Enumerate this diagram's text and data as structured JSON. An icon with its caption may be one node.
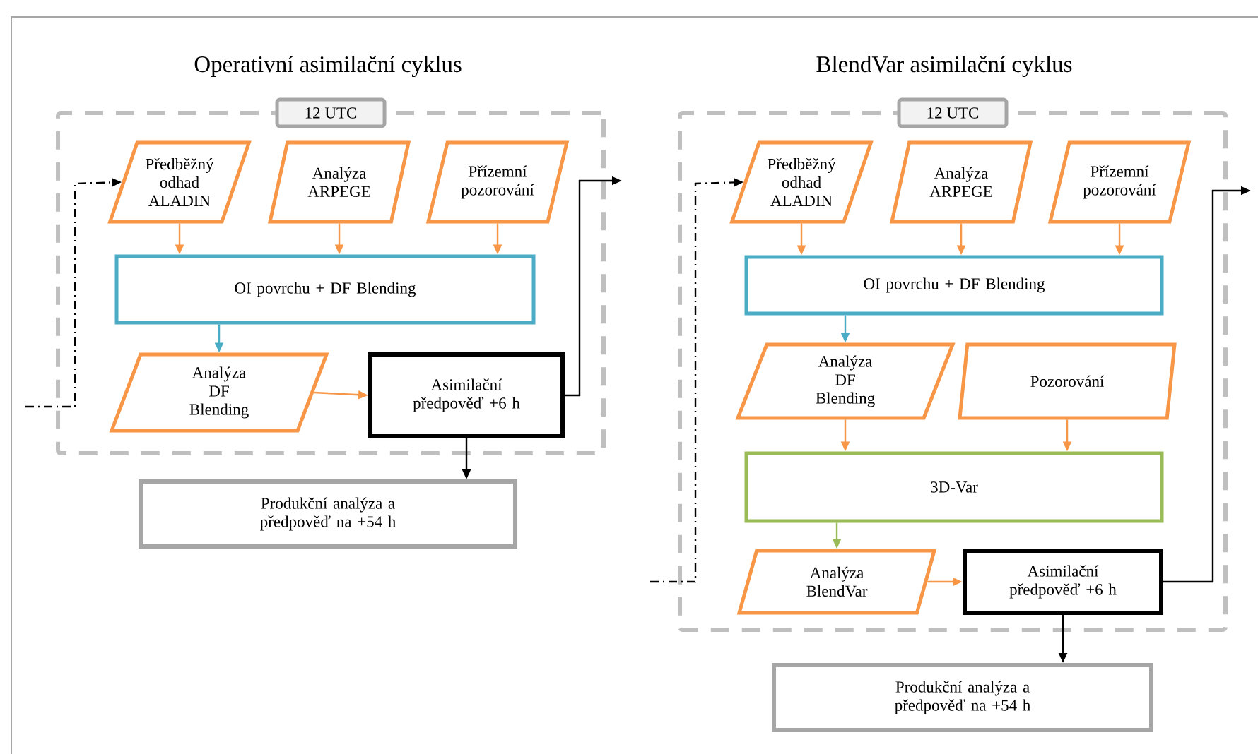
{
  "diagram": {
    "nodes": [
      {
        "text": [
          "12 UTC"
        ]
      },
      {
        "text": [
          "Předběžný odhad ALADIN"
        ],
        "in": 0
      },
      {
        "text": [
          "Analýza ARPEGE"
        ],
        "in": 0
      },
      {
        "text": [
          "Přízemní pozorování"
        ],
        "in": 0
      },
      {
        "text": [
          "OI povrchu + DF Blending"
        ],
        "in": 0
      },
      {
        "text": [
          "Analýza DF Blending"
        ],
        "in": 0
      },
      {
        "text": [
          "Asimilační předpověď +6 h"
        ],
        "in": 0
      },
      {
        "text": [
          "Produkční analýza a předpověď na +54 h"
        ]
      },
      {
        "text": [
          "12 UTC"
        ]
      },
      {
        "text": [
          "Předběžný odhad ALADIN"
        ],
        "in": 8
      },
      {
        "text": [
          "Analýza ARPEGE"
        ],
        "in": 8
      },
      {
        "text": [
          "Přízemní pozorování"
        ],
        "in": 8
      },
      {
        "text": [
          "OI povrchu + DF Blending"
        ],
        "in": 8
      },
      {
        "text": [
          "Analýza DF Blending"
        ],
        "in": 8
      },
      {
        "text": [
          "Pozorování"
        ],
        "in": 8
      },
      {
        "text": [
          "3D-Var"
        ],
        "in": 8
      },
      {
        "text": [
          "Analýza BlendVar"
        ],
        "in": 8
      },
      {
        "text": [
          "Asimilační předpověď +6 h"
        ],
        "in": 8
      },
      {
        "text": [
          "Produkční analýza a předpověď na +54 h"
        ]
      }
    ],
    "edges": [
      {
        "from": 1,
        "to": 4,
        "arrow": "to"
      },
      {
        "from": 2,
        "to": 4,
        "arrow": "to"
      },
      {
        "from": 3,
        "to": 4,
        "arrow": "to"
      },
      {
        "from": 4,
        "to": 5,
        "arrow": "to",
        "color": "#4bacc6"
      },
      {
        "from": 5,
        "to": 6,
        "arrow": "to"
      },
      {
        "from": 6,
        "to": 7,
        "arrow": "to",
        "color": "#000000"
      },
      {
        "from": 6,
        "to": null,
        "arrow": "to",
        "color": "#000000"
      },
      {
        "from": null,
        "to": 1,
        "arrow": "to",
        "color": "#000000",
        "style": "dashed"
      },
      {
        "from": 9,
        "to": 12,
        "arrow": "to"
      },
      {
        "from": 10,
        "to": 12,
        "arrow": "to"
      },
      {
        "from": 11,
        "to": 12,
        "arrow": "to"
      },
      {
        "from": 12,
        "to": 13,
        "arrow": "to",
        "color": "#4bacc6"
      },
      {
        "from": 13,
        "to": 15,
        "arrow": "to"
      },
      {
        "from": 14,
        "to": 15,
        "arrow": "to"
      },
      {
        "from": 15,
        "to": 16,
        "arrow": "to",
        "color": "#9bbb59"
      },
      {
        "from": 16,
        "to": 17,
        "arrow": "to"
      },
      {
        "from": 17,
        "to": 18,
        "arrow": "to",
        "color": "#000000"
      },
      {
        "from": 17,
        "to": null,
        "arrow": "to",
        "color": "#000000"
      },
      {
        "from": null,
        "to": 9,
        "arrow": "to",
        "color": "#000000",
        "style": "dashed"
      }
    ],
    "labels": [
      "Operativní asimilační cyklus",
      "BlendVar asimilační cyklus"
    ]
  }
}
